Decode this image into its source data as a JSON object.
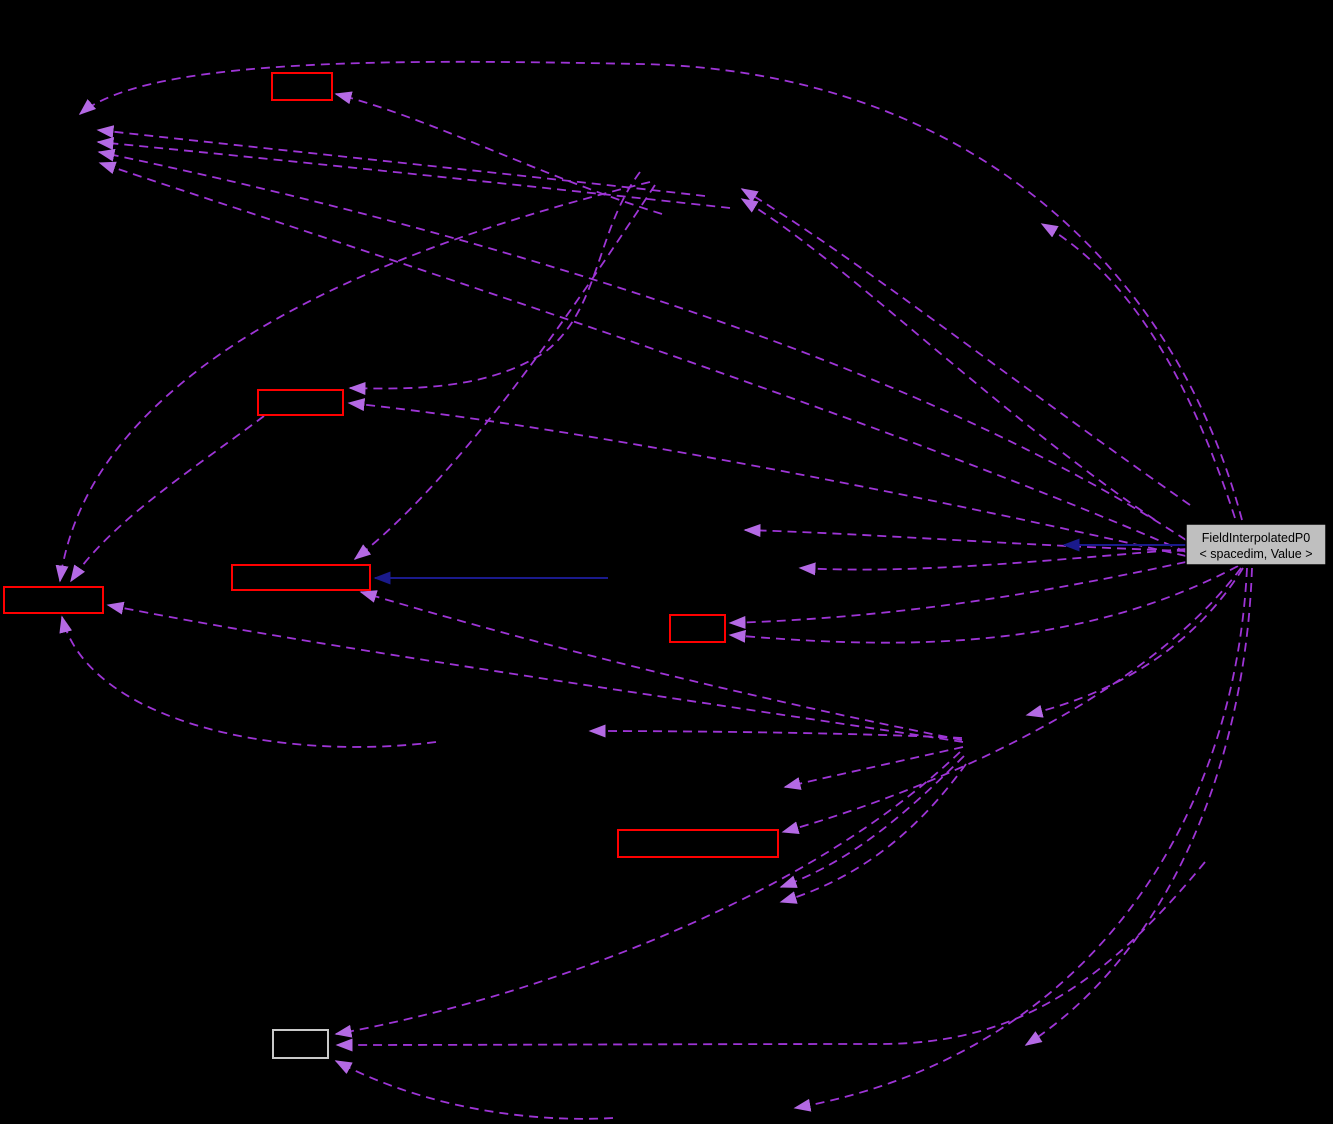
{
  "diagram": {
    "type": "collaboration-graph",
    "background_color": "#000000",
    "edge_color": "#9e35d6",
    "edge_arrow_color": "#b469e4",
    "edge_style": "dashed",
    "inheritance_edge_color": "#1a1a8c",
    "truncated_node_border_color": "#ff0000",
    "plain_node_border_color": "#c9c9c9",
    "main_node": {
      "label_line1": "FieldInterpolatedP0",
      "label_line2": "< spacedim, Value >",
      "fill": "#bfbfbf",
      "border": "#000000",
      "text_color": "#000000"
    }
  }
}
